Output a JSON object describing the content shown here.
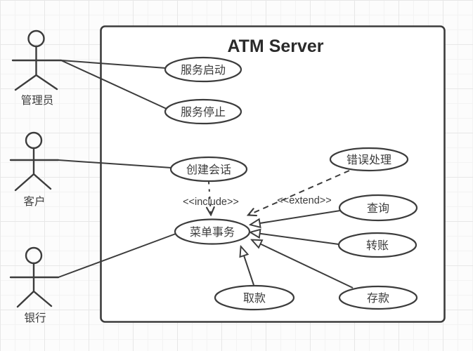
{
  "diagram": {
    "type": "uml-use-case",
    "title": "ATM Server",
    "actors": [
      {
        "name": "管理员"
      },
      {
        "name": "客户"
      },
      {
        "name": "银行"
      }
    ],
    "use_cases": [
      {
        "name": "服务启动"
      },
      {
        "name": "服务停止"
      },
      {
        "name": "创建会话"
      },
      {
        "name": "错误处理"
      },
      {
        "name": "查询"
      },
      {
        "name": "转账"
      },
      {
        "name": "菜单事务"
      },
      {
        "name": "取款"
      },
      {
        "name": "存款"
      }
    ],
    "relations": [
      {
        "from": "管理员",
        "to": "服务启动",
        "type": "association"
      },
      {
        "from": "管理员",
        "to": "服务停止",
        "type": "association"
      },
      {
        "from": "客户",
        "to": "创建会话",
        "type": "association"
      },
      {
        "from": "银行",
        "to": "菜单事务",
        "type": "association"
      },
      {
        "from": "创建会话",
        "to": "菜单事务",
        "type": "include",
        "label": "<<include>>"
      },
      {
        "from": "错误处理",
        "to": "菜单事务",
        "type": "extend",
        "label": "<<extend>>"
      },
      {
        "from": "查询",
        "to": "菜单事务",
        "type": "arrow"
      },
      {
        "from": "转账",
        "to": "菜单事务",
        "type": "arrow"
      },
      {
        "from": "存款",
        "to": "菜单事务",
        "type": "arrow"
      },
      {
        "from": "取款",
        "to": "菜单事务",
        "type": "arrow"
      }
    ],
    "colors": {
      "stroke": "#3c3c3c",
      "title": "#2a2a2a",
      "shape_fill": "#ffffff",
      "grid_minor": "#f3f3f3",
      "grid_major": "#e7e7e7",
      "canvas": "#fcfcfc"
    }
  }
}
